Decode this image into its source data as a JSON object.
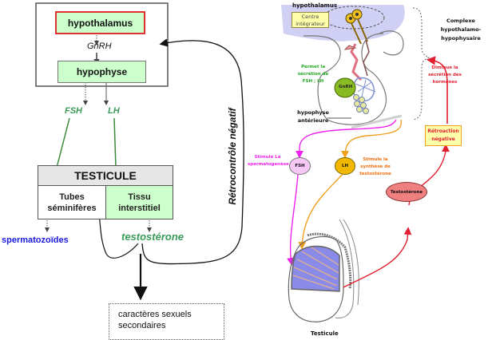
{
  "left": {
    "hypothalamus": "hypothalamus",
    "gnrh": "GnRH",
    "hypophyse": "hypophyse",
    "fsh": "FSH",
    "lh": "LH",
    "testicule": "TESTICULE",
    "tubes_line1": "Tubes",
    "tubes_line2": "séminifères",
    "tissu_line1": "Tissu",
    "tissu_line2": "interstitiel",
    "spermatozoides": "spermatozoïdes",
    "testosterone": "testostérone",
    "caracteres_line1": "caractères sexuels",
    "caracteres_line2": "secondaires",
    "retrocontrole": "Rétrocontrôle négatif"
  },
  "right": {
    "hypothalamus": "hypothalamus",
    "centre_line1": "Centre",
    "centre_line2": "intégrateur",
    "complexe_line1": "Complexe",
    "complexe_line2": "hypothalamo-",
    "complexe_line3": "hypophysaire",
    "permet_line1": "Permet la",
    "permet_line2": "sécrétion de",
    "permet_line3": "FSH ; LH",
    "gnrh": "GnRH",
    "hypophyse_line1": "hypophyse",
    "hypophyse_line2": "antérieure",
    "diminue_line1": "Diminue la",
    "diminue_line2": "sécrétion des",
    "diminue_line3": "hormones",
    "retroaction_line1": "Rétroaction",
    "retroaction_line2": "négative",
    "stimule_sperm_line1": "Stimule La",
    "stimule_sperm_line2": "spermatogenèse",
    "fsh": "FSH",
    "lh": "LH",
    "stimule_testo_line1": "Stimule la",
    "stimule_testo_line2": "synthèse de",
    "stimule_testo_line3": "testostérone",
    "testosterone": "Testostérone",
    "testicule": "Testicule"
  },
  "colors": {
    "box_green": "#ccffcc",
    "red_border": "#e03030",
    "hormone_green": "#3a9a5a",
    "arrow_green": "#3a8a3a",
    "spermato_blue": "#1a1adc",
    "testicule_header": "#e6e6e6",
    "magenta": "#ee22ee",
    "orange": "#f0a020",
    "red_arrow": "#e02030",
    "fsh_fill": "#f5c8f5",
    "lh_fill": "#f0b800",
    "testo_fill": "#f08080",
    "gnrh_fill": "#88bb22",
    "note_fill": "#ffffaa",
    "hypothalamus_fill": "#d0d0f5"
  }
}
